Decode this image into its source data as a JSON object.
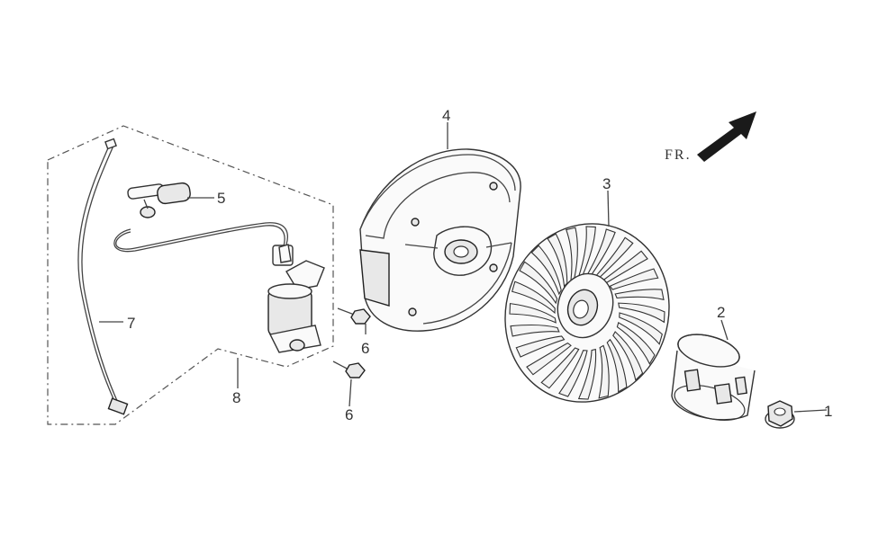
{
  "diagram": {
    "direction_label": "FR.",
    "callouts": [
      {
        "id": "1",
        "part": "flange-nut"
      },
      {
        "id": "2",
        "part": "starter-pulley"
      },
      {
        "id": "3",
        "part": "cooling-fan"
      },
      {
        "id": "4",
        "part": "flywheel"
      },
      {
        "id": "5",
        "part": "spark-plug-cap"
      },
      {
        "id": "6",
        "part": "bolt-upper"
      },
      {
        "id": "6",
        "part": "bolt-lower"
      },
      {
        "id": "7",
        "part": "stop-wire"
      },
      {
        "id": "8",
        "part": "ignition-coil-assembly"
      }
    ],
    "colors": {
      "line": "#333333",
      "background": "#ffffff",
      "arrow": "#1a1a1a"
    }
  }
}
